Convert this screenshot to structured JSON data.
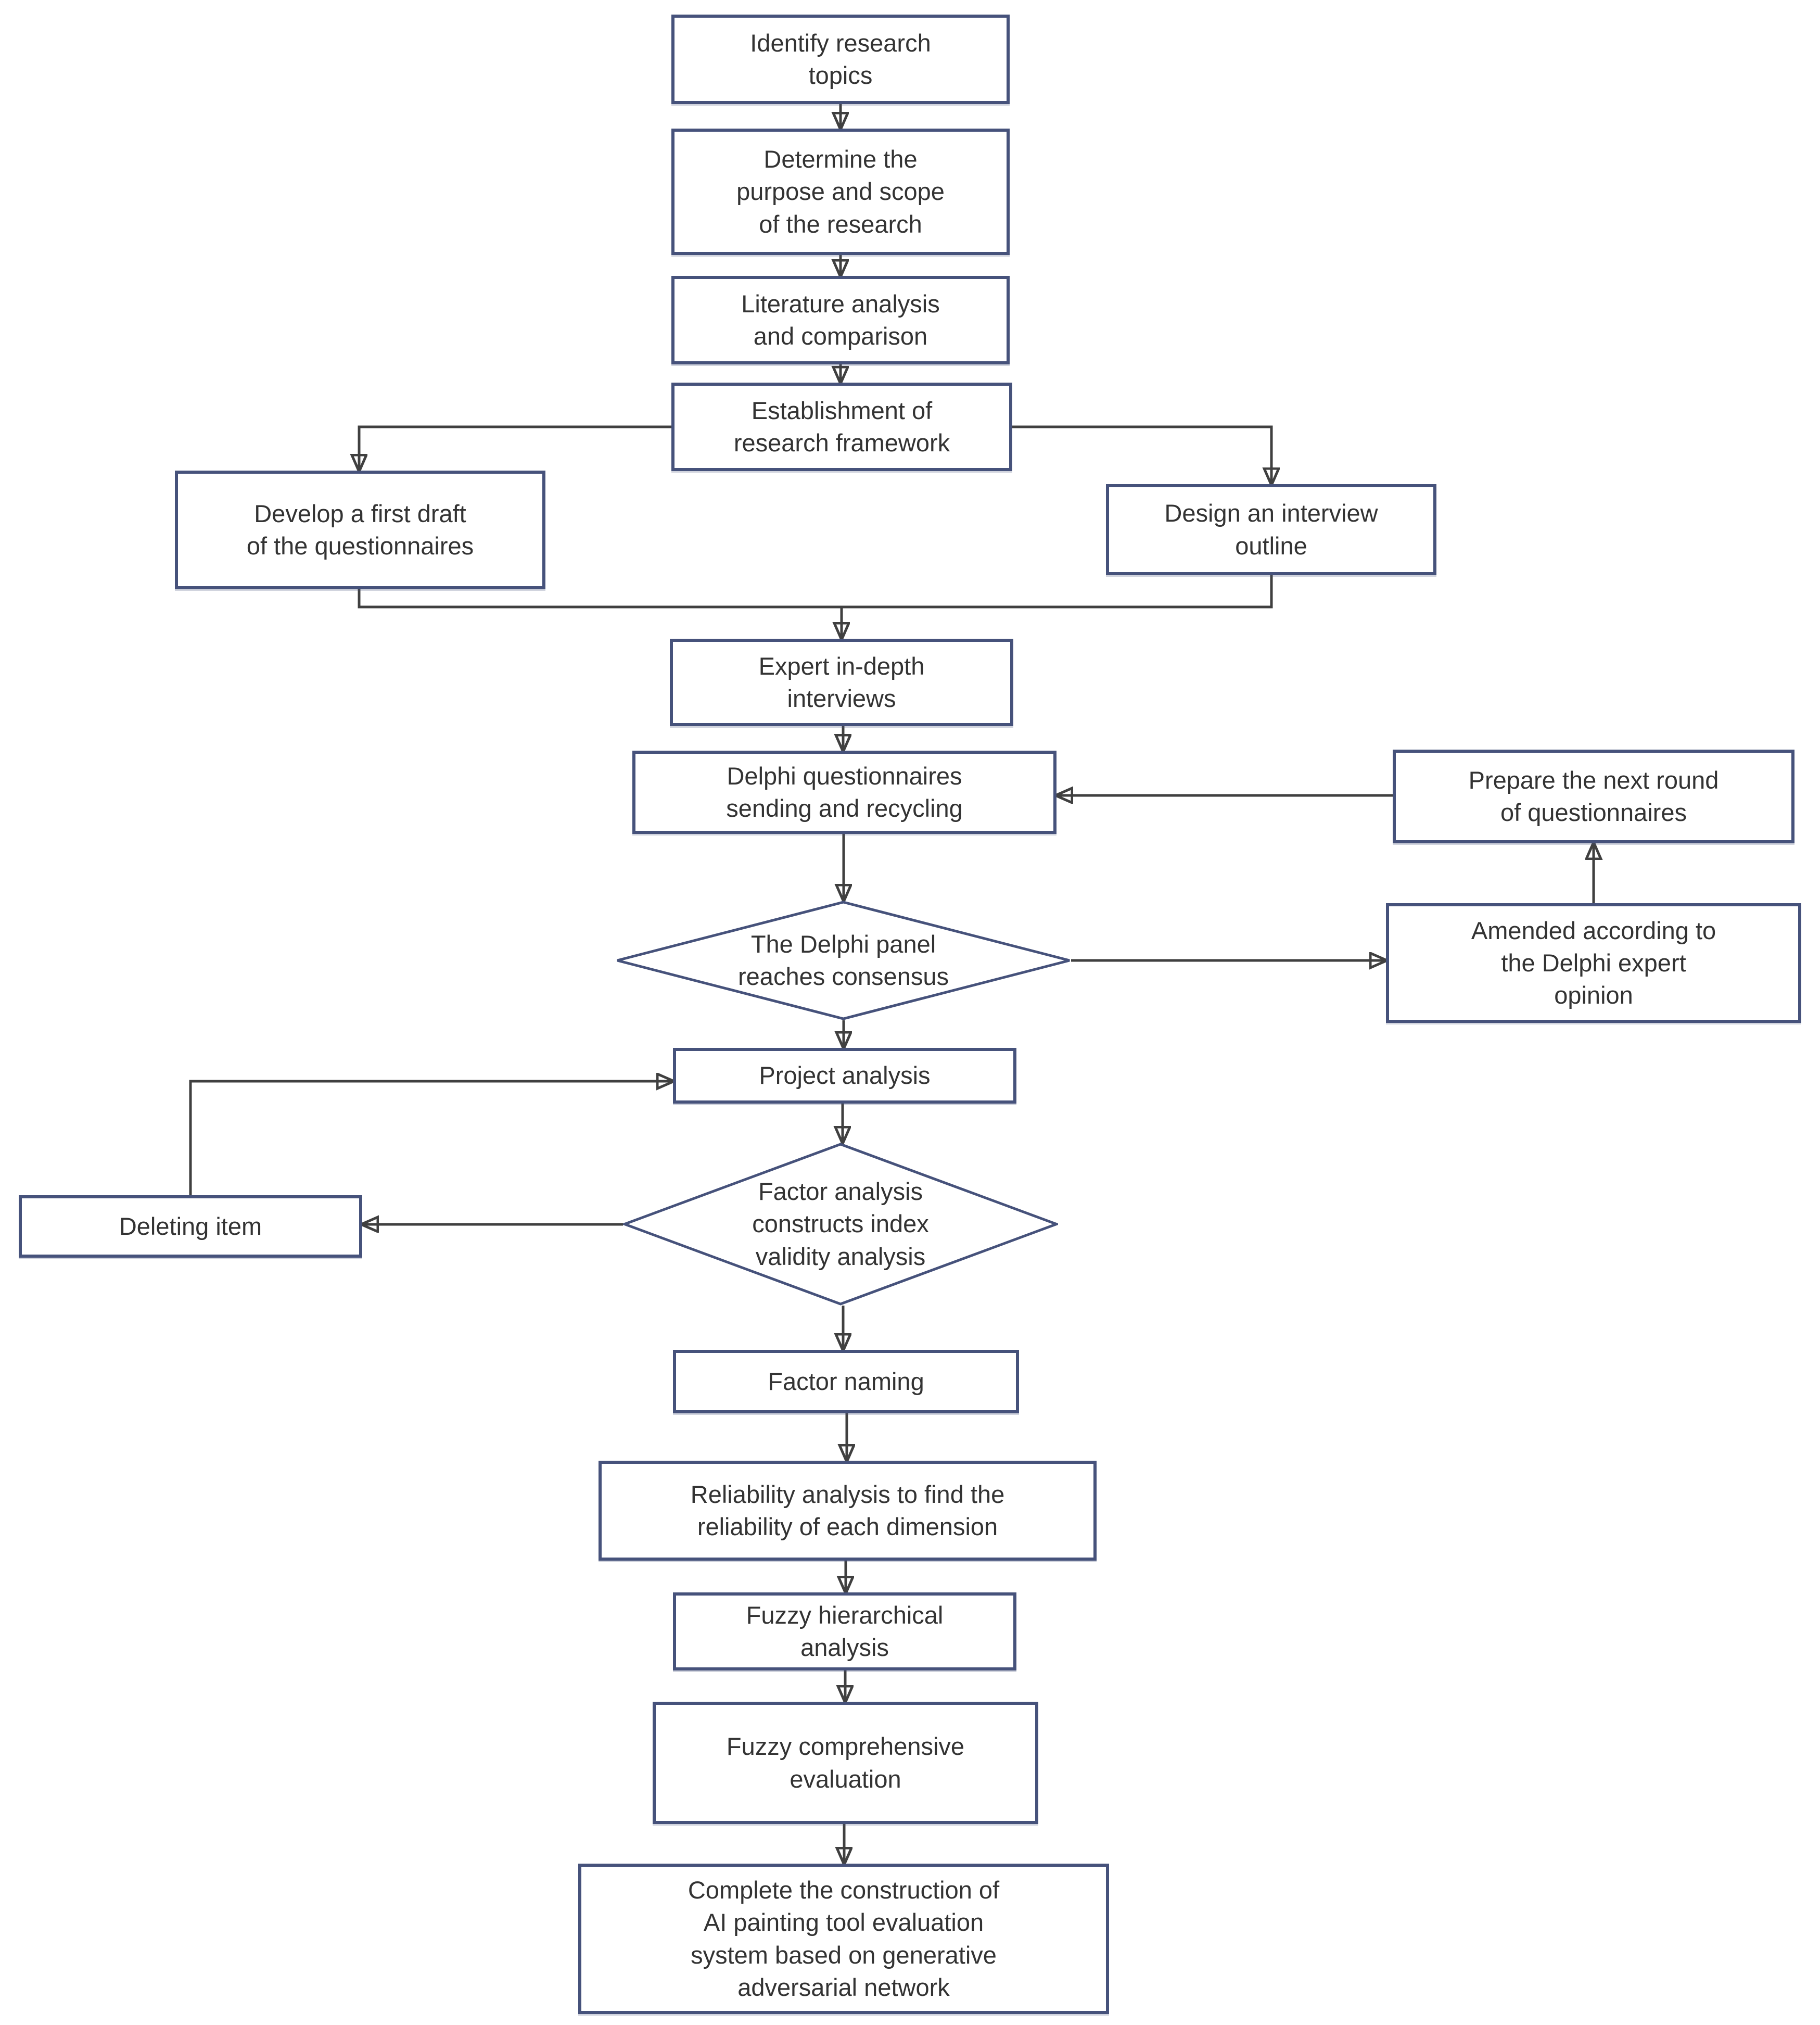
{
  "diagram": {
    "type": "flowchart",
    "background": "#ffffff",
    "colors": {
      "box_border": "#46527b",
      "connector": "#404040",
      "arrowhead": "#2e2e2e",
      "text": "#333333",
      "box_fill": "#ffffff"
    }
  },
  "nodes": {
    "identify": {
      "shape": "rect",
      "label": "Identify research\ntopics"
    },
    "determine": {
      "shape": "rect",
      "label": "Determine the\npurpose and scope\nof the research"
    },
    "literature": {
      "shape": "rect",
      "label": "Literature analysis\nand comparison"
    },
    "establish": {
      "shape": "rect",
      "label": "Establishment of\nresearch framework"
    },
    "develop": {
      "shape": "rect",
      "label": "Develop a first draft\nof the questionnaires"
    },
    "design": {
      "shape": "rect",
      "label": "Design an interview\noutline"
    },
    "expert": {
      "shape": "rect",
      "label": "Expert in-depth\ninterviews"
    },
    "delphi": {
      "shape": "rect",
      "label": "Delphi questionnaires\nsending and recycling"
    },
    "consensus": {
      "shape": "diamond",
      "label": "The Delphi panel\nreaches consensus"
    },
    "prepare": {
      "shape": "rect",
      "label": "Prepare the next round\nof questionnaires"
    },
    "amended": {
      "shape": "rect",
      "label": "Amended according to\nthe Delphi expert\nopinion"
    },
    "project": {
      "shape": "rect",
      "label": "Project analysis"
    },
    "factor_check": {
      "shape": "diamond",
      "label": "Factor analysis\nconstructs index\nvalidity analysis"
    },
    "deleting": {
      "shape": "rect",
      "label": "Deleting item"
    },
    "factor_naming": {
      "shape": "rect",
      "label": "Factor naming"
    },
    "reliability": {
      "shape": "rect",
      "label": "Reliability analysis to find the\nreliability of each dimension"
    },
    "fuzzy_hierarchical": {
      "shape": "rect",
      "label": "Fuzzy hierarchical\nanalysis"
    },
    "fuzzy_comprehensive": {
      "shape": "rect",
      "label": "Fuzzy comprehensive\nevaluation"
    },
    "complete": {
      "shape": "rect",
      "label": "Complete the construction of\nAI painting tool evaluation\nsystem based on generative\nadversarial network"
    }
  },
  "edges": [
    {
      "from": "identify",
      "to": "determine"
    },
    {
      "from": "determine",
      "to": "literature"
    },
    {
      "from": "literature",
      "to": "establish"
    },
    {
      "from": "establish",
      "to": "develop"
    },
    {
      "from": "establish",
      "to": "design"
    },
    {
      "from": "develop",
      "to": "expert"
    },
    {
      "from": "design",
      "to": "expert"
    },
    {
      "from": "expert",
      "to": "delphi"
    },
    {
      "from": "delphi",
      "to": "consensus"
    },
    {
      "from": "consensus",
      "to": "amended"
    },
    {
      "from": "amended",
      "to": "prepare"
    },
    {
      "from": "prepare",
      "to": "delphi"
    },
    {
      "from": "consensus",
      "to": "project"
    },
    {
      "from": "project",
      "to": "factor_check"
    },
    {
      "from": "factor_check",
      "to": "deleting"
    },
    {
      "from": "deleting",
      "to": "project"
    },
    {
      "from": "factor_check",
      "to": "factor_naming"
    },
    {
      "from": "factor_naming",
      "to": "reliability"
    },
    {
      "from": "reliability",
      "to": "fuzzy_hierarchical"
    },
    {
      "from": "fuzzy_hierarchical",
      "to": "fuzzy_comprehensive"
    },
    {
      "from": "fuzzy_comprehensive",
      "to": "complete"
    }
  ]
}
